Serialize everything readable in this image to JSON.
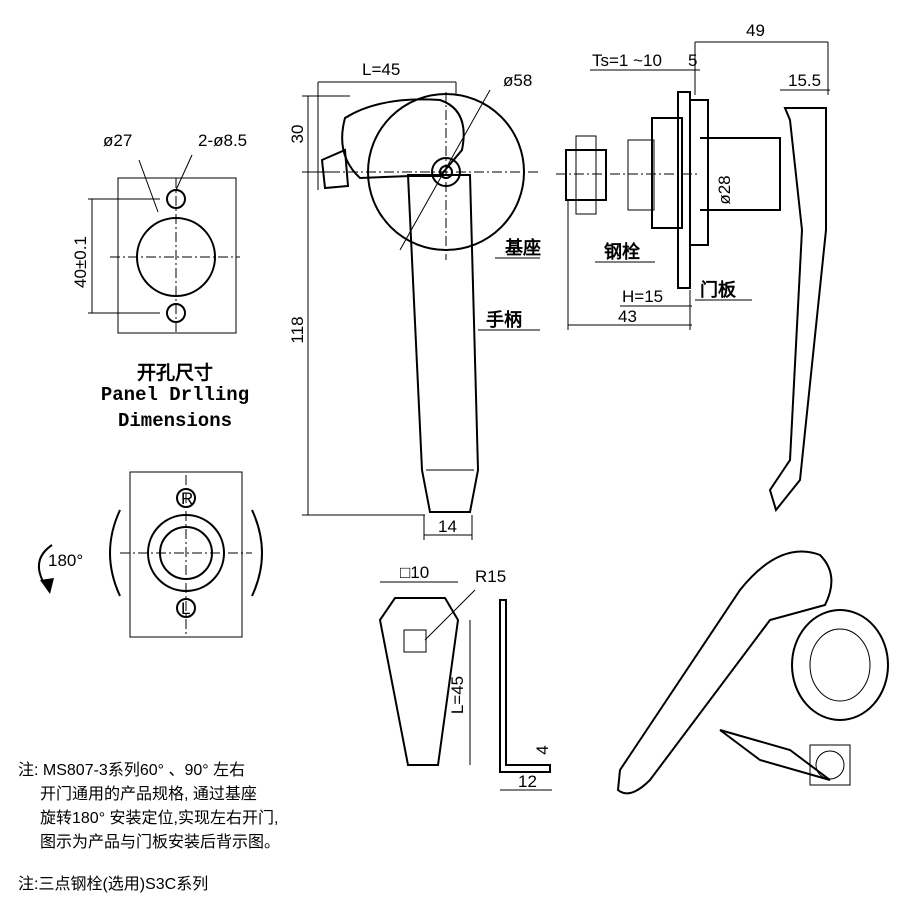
{
  "panel": {
    "d27": "ø27",
    "holes": "2-ø8.5",
    "dist": "40±0.1",
    "title_cn": "开孔尺寸",
    "title_en1": "Panel Drlling",
    "title_en2": "Dimensions"
  },
  "front": {
    "L": "L=45",
    "d58": "ø58",
    "h30": "30",
    "h118": "118",
    "w14": "14",
    "base": "基座",
    "handle": "手柄"
  },
  "side": {
    "ts": "Ts=1 ~10",
    "five": "5",
    "w49": "49",
    "w155": "15.5",
    "d28": "ø28",
    "bolt": "钢栓",
    "door": "门板",
    "H": "H=15",
    "w43": "43"
  },
  "rotate": {
    "deg": "180°",
    "r_mark": "R",
    "l_mark": "L"
  },
  "cam": {
    "sq10": "□10",
    "r15": "R15",
    "L45": "L=45",
    "four": "4",
    "twelve": "12"
  },
  "notes": {
    "line1": "注: MS807-3系列60° 、90° 左右",
    "line2": "开门通用的产品规格, 通过基座",
    "line3": "旋转180° 安装定位,实现左右开门,",
    "line4": "图示为产品与门板安装后背示图。",
    "line5": "注:三点钢栓(选用)S3C系列"
  }
}
